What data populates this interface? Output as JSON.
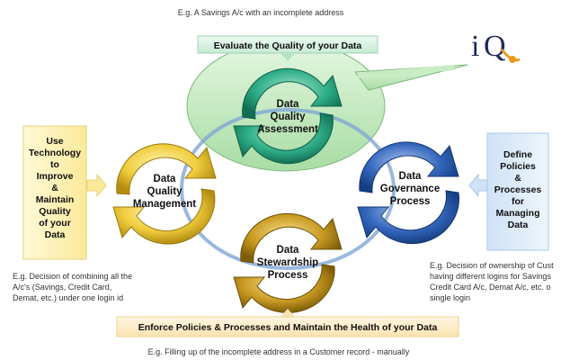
{
  "top_note": "E.g. A Savings A/c with an incomplete address",
  "top_banner": "Evaluate the Quality of your Data",
  "logo": {
    "i": "i",
    "q": "Q",
    "dot": "."
  },
  "cycles": {
    "assessment": [
      "Data",
      "Quality",
      "Assessment"
    ],
    "management": [
      "Data",
      "Quality",
      "Management"
    ],
    "governance": [
      "Data",
      "Governance",
      "Process"
    ],
    "stewardship": [
      "Data",
      "Stewardship",
      "Process"
    ]
  },
  "left_box": [
    "Use",
    "Technology",
    "to",
    "Improve",
    "&",
    "Maintain",
    "Quality",
    "of your",
    "Data"
  ],
  "right_box": [
    "Define",
    "Policies",
    "&",
    "Processes",
    "for",
    "Managing",
    "Data"
  ],
  "left_note": [
    "E.g. Decision of combining all the",
    "A/c's (Savings, Credit Card,",
    "Demat, etc.) under one login id"
  ],
  "right_note": [
    "E.g. Decision of ownership of Cust",
    "having different logins for Savings",
    "Credit Card A/c, Demat A/c, etc. o",
    "single login"
  ],
  "bottom_banner": "Enforce Policies & Processes and Maintain the Health of your Data",
  "bottom_note": "E.g. Filling up of the incomplete address in a Customer record - manually",
  "colors": {
    "teal": "#1f9a78",
    "yellow": "#e8c440",
    "blue": "#2e5fb0",
    "brown": "#b98a1c",
    "bubble": "#c9ecc4",
    "box_yellow": "#fdf3c2",
    "box_blue": "#dbeaf7"
  }
}
